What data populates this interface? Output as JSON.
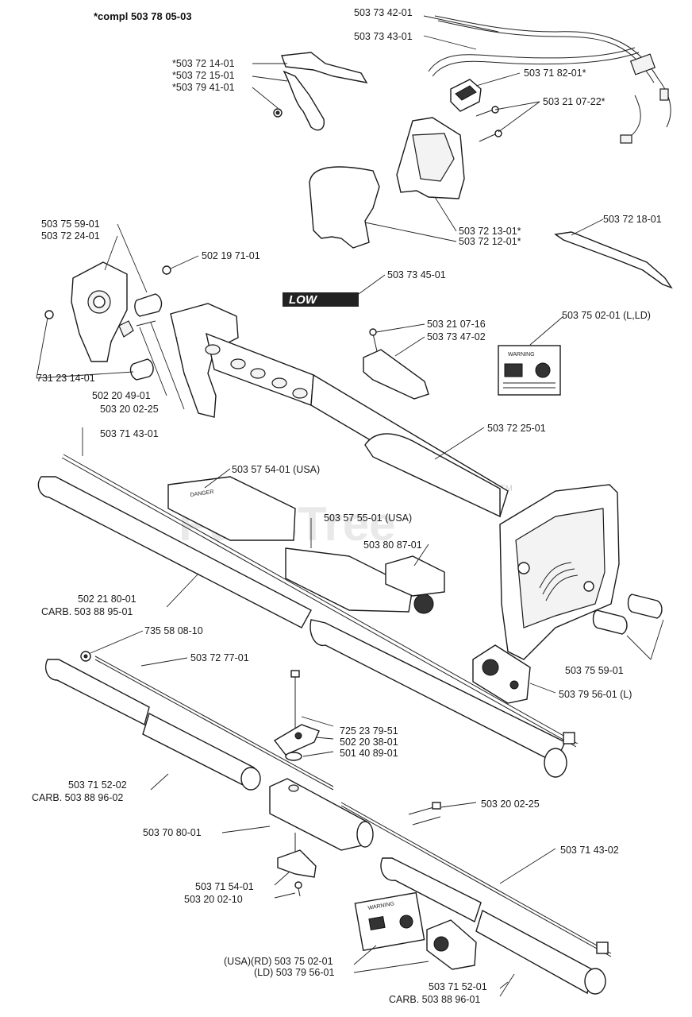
{
  "header": {
    "kit_label": "*compl 503 78 05-03"
  },
  "watermark": {
    "text": "PartsTree",
    "trademark": "TM"
  },
  "parts": [
    {
      "id": "p01",
      "number": "503 73 42-01"
    },
    {
      "id": "p02",
      "number": "503 73 43-01"
    },
    {
      "id": "p03",
      "number": "*503 72 14-01"
    },
    {
      "id": "p04",
      "number": "*503 72 15-01"
    },
    {
      "id": "p05",
      "number": "*503 79 41-01"
    },
    {
      "id": "p06",
      "number": "503 71 82-01*"
    },
    {
      "id": "p07",
      "number": "503 21 07-22*"
    },
    {
      "id": "p08",
      "number": "503 72 13-01*"
    },
    {
      "id": "p09",
      "number": "503 72 12-01*"
    },
    {
      "id": "p10",
      "number": "503 72 18-01"
    },
    {
      "id": "p11",
      "number": "503 75 59-01"
    },
    {
      "id": "p12",
      "number": "503 72 24-01"
    },
    {
      "id": "p13",
      "number": "502 19 71-01"
    },
    {
      "id": "p14",
      "number": "503 73 45-01"
    },
    {
      "id": "p15",
      "number": "503 21 07-16"
    },
    {
      "id": "p16",
      "number": "503 73 47-02"
    },
    {
      "id": "p17",
      "number": "503 75 02-01 (L,LD)"
    },
    {
      "id": "p18",
      "number": "731 23 14-01"
    },
    {
      "id": "p19",
      "number": "502 20 49-01"
    },
    {
      "id": "p20",
      "number": "503 20 02-25"
    },
    {
      "id": "p21",
      "number": "503 71 43-01"
    },
    {
      "id": "p22",
      "number": "503 72 25-01"
    },
    {
      "id": "p23",
      "number": "503 57 54-01 (USA)"
    },
    {
      "id": "p24",
      "number": "503 57 55-01 (USA)"
    },
    {
      "id": "p25",
      "number": "503 80 87-01"
    },
    {
      "id": "p26",
      "number": "502 21 80-01"
    },
    {
      "id": "p27",
      "number": "CARB. 503 88 95-01"
    },
    {
      "id": "p28",
      "number": "735 58 08-10"
    },
    {
      "id": "p29",
      "number": "503 72 77-01"
    },
    {
      "id": "p30",
      "number": "503 75 59-01"
    },
    {
      "id": "p31",
      "number": "503 79 56-01 (L)"
    },
    {
      "id": "p32",
      "number": "725 23 79-51"
    },
    {
      "id": "p33",
      "number": "502 20 38-01"
    },
    {
      "id": "p34",
      "number": "501 40 89-01"
    },
    {
      "id": "p35",
      "number": "503 71 52-02"
    },
    {
      "id": "p36",
      "number": "CARB. 503 88 96-02"
    },
    {
      "id": "p37",
      "number": "503 20 02-25"
    },
    {
      "id": "p38",
      "number": "503 70 80-01"
    },
    {
      "id": "p39",
      "number": "503 71 43-02"
    },
    {
      "id": "p40",
      "number": "503 71 54-01"
    },
    {
      "id": "p41",
      "number": "503 20 02-10"
    },
    {
      "id": "p42",
      "number": "(USA)(RD) 503 75 02-01"
    },
    {
      "id": "p43",
      "number": "(LD) 503 79 56-01"
    },
    {
      "id": "p44",
      "number": "503 71 52-01"
    },
    {
      "id": "p45",
      "number": "CARB. 503 88 96-01"
    }
  ],
  "decals": {
    "logo_text": "LOW",
    "warning_text": "WARNING",
    "danger_text": "DANGER"
  }
}
